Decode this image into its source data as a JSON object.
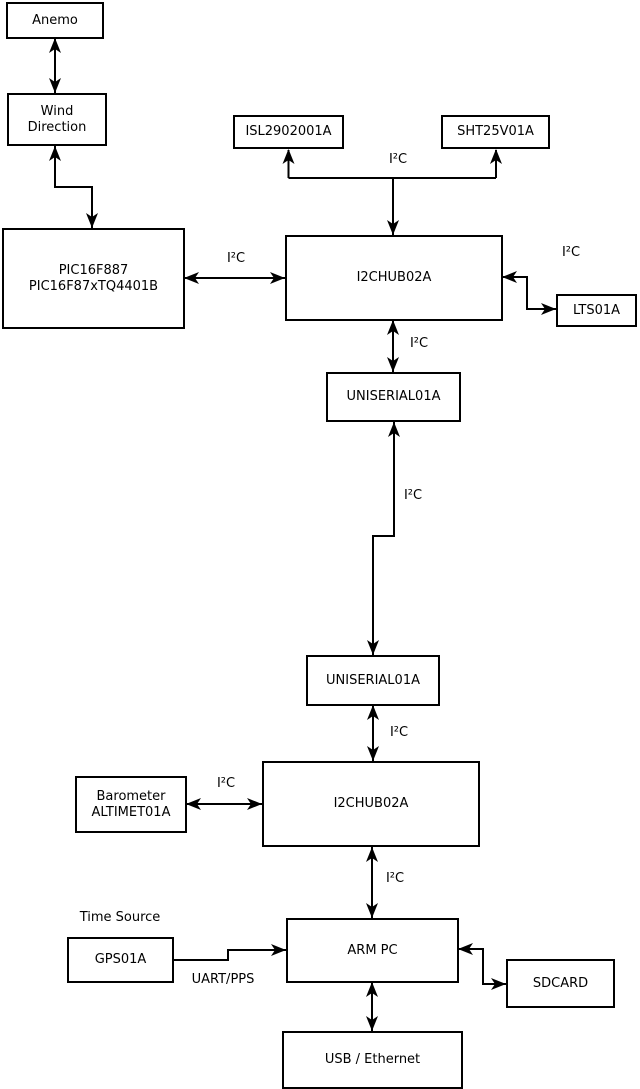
{
  "diagram": {
    "nodes": {
      "anemo": {
        "label": "Anemo"
      },
      "wind_direction": {
        "label1": "Wind",
        "label2": "Direction"
      },
      "pic": {
        "label1": "PIC16F887",
        "label2": "PIC16F87xTQ4401B"
      },
      "isl": {
        "label": "ISL2902001A"
      },
      "sht": {
        "label": "SHT25V01A"
      },
      "i2c_hub_top": {
        "label": "I2CHUB02A"
      },
      "lts": {
        "label": "LTS01A"
      },
      "uniserial_top": {
        "label": "UNISERIAL01A"
      },
      "uniserial_bottom": {
        "label": "UNISERIAL01A"
      },
      "i2c_hub_bottom": {
        "label": "I2CHUB02A"
      },
      "barometer": {
        "label1": "Barometer",
        "label2": "ALTIMET01A"
      },
      "gps": {
        "label": "GPS01A"
      },
      "arm_pc": {
        "label": "ARM PC"
      },
      "sdcard": {
        "label": "SDCARD"
      },
      "usb_ethernet": {
        "label": "USB / Ethernet"
      }
    },
    "edge_labels": {
      "i2c": "I²C",
      "uart_pps": "UART/PPS",
      "time_source": "Time Source"
    },
    "colors": {
      "line": "#000000",
      "box_fill": "#ffffff",
      "background": "#ffffff"
    }
  }
}
